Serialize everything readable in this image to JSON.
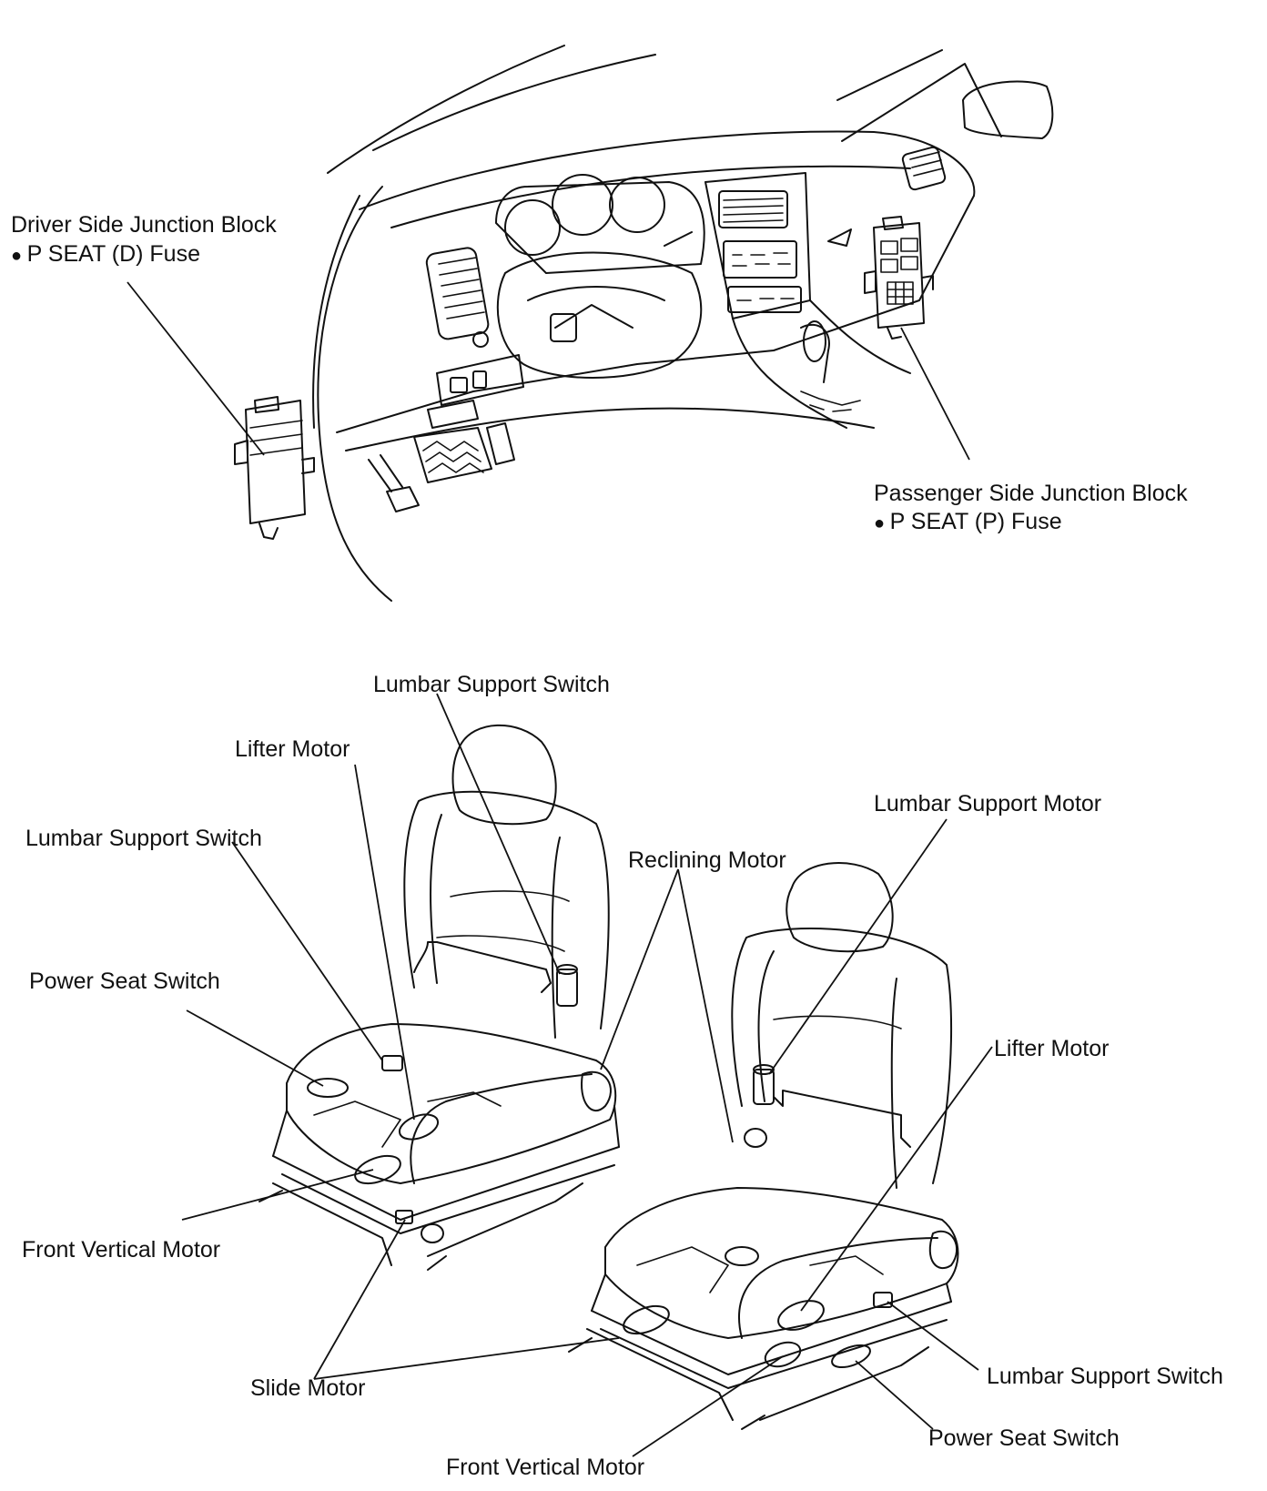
{
  "labels": {
    "driver_jb": "Driver Side Junction Block",
    "driver_fuse": "P SEAT (D) Fuse",
    "passenger_jb": "Passenger Side Junction Block",
    "passenger_fuse": "P SEAT (P) Fuse",
    "lumbar_switch_top": "Lumbar Support Switch",
    "lifter_motor_left": "Lifter Motor",
    "lumbar_switch_left": "Lumbar Support Switch",
    "reclining_motor": "Reclining Motor",
    "lumbar_motor": "Lumbar Support Motor",
    "power_switch_left": "Power Seat Switch",
    "lifter_motor_right": "Lifter Motor",
    "front_vertical_left": "Front Vertical Motor",
    "slide_motor": "Slide Motor",
    "lumbar_switch_right": "Lumbar Support Switch",
    "power_switch_right": "Power Seat Switch",
    "front_vertical_bottom": "Front Vertical Motor"
  },
  "colors": {
    "line": "#111111",
    "background": "#ffffff"
  }
}
